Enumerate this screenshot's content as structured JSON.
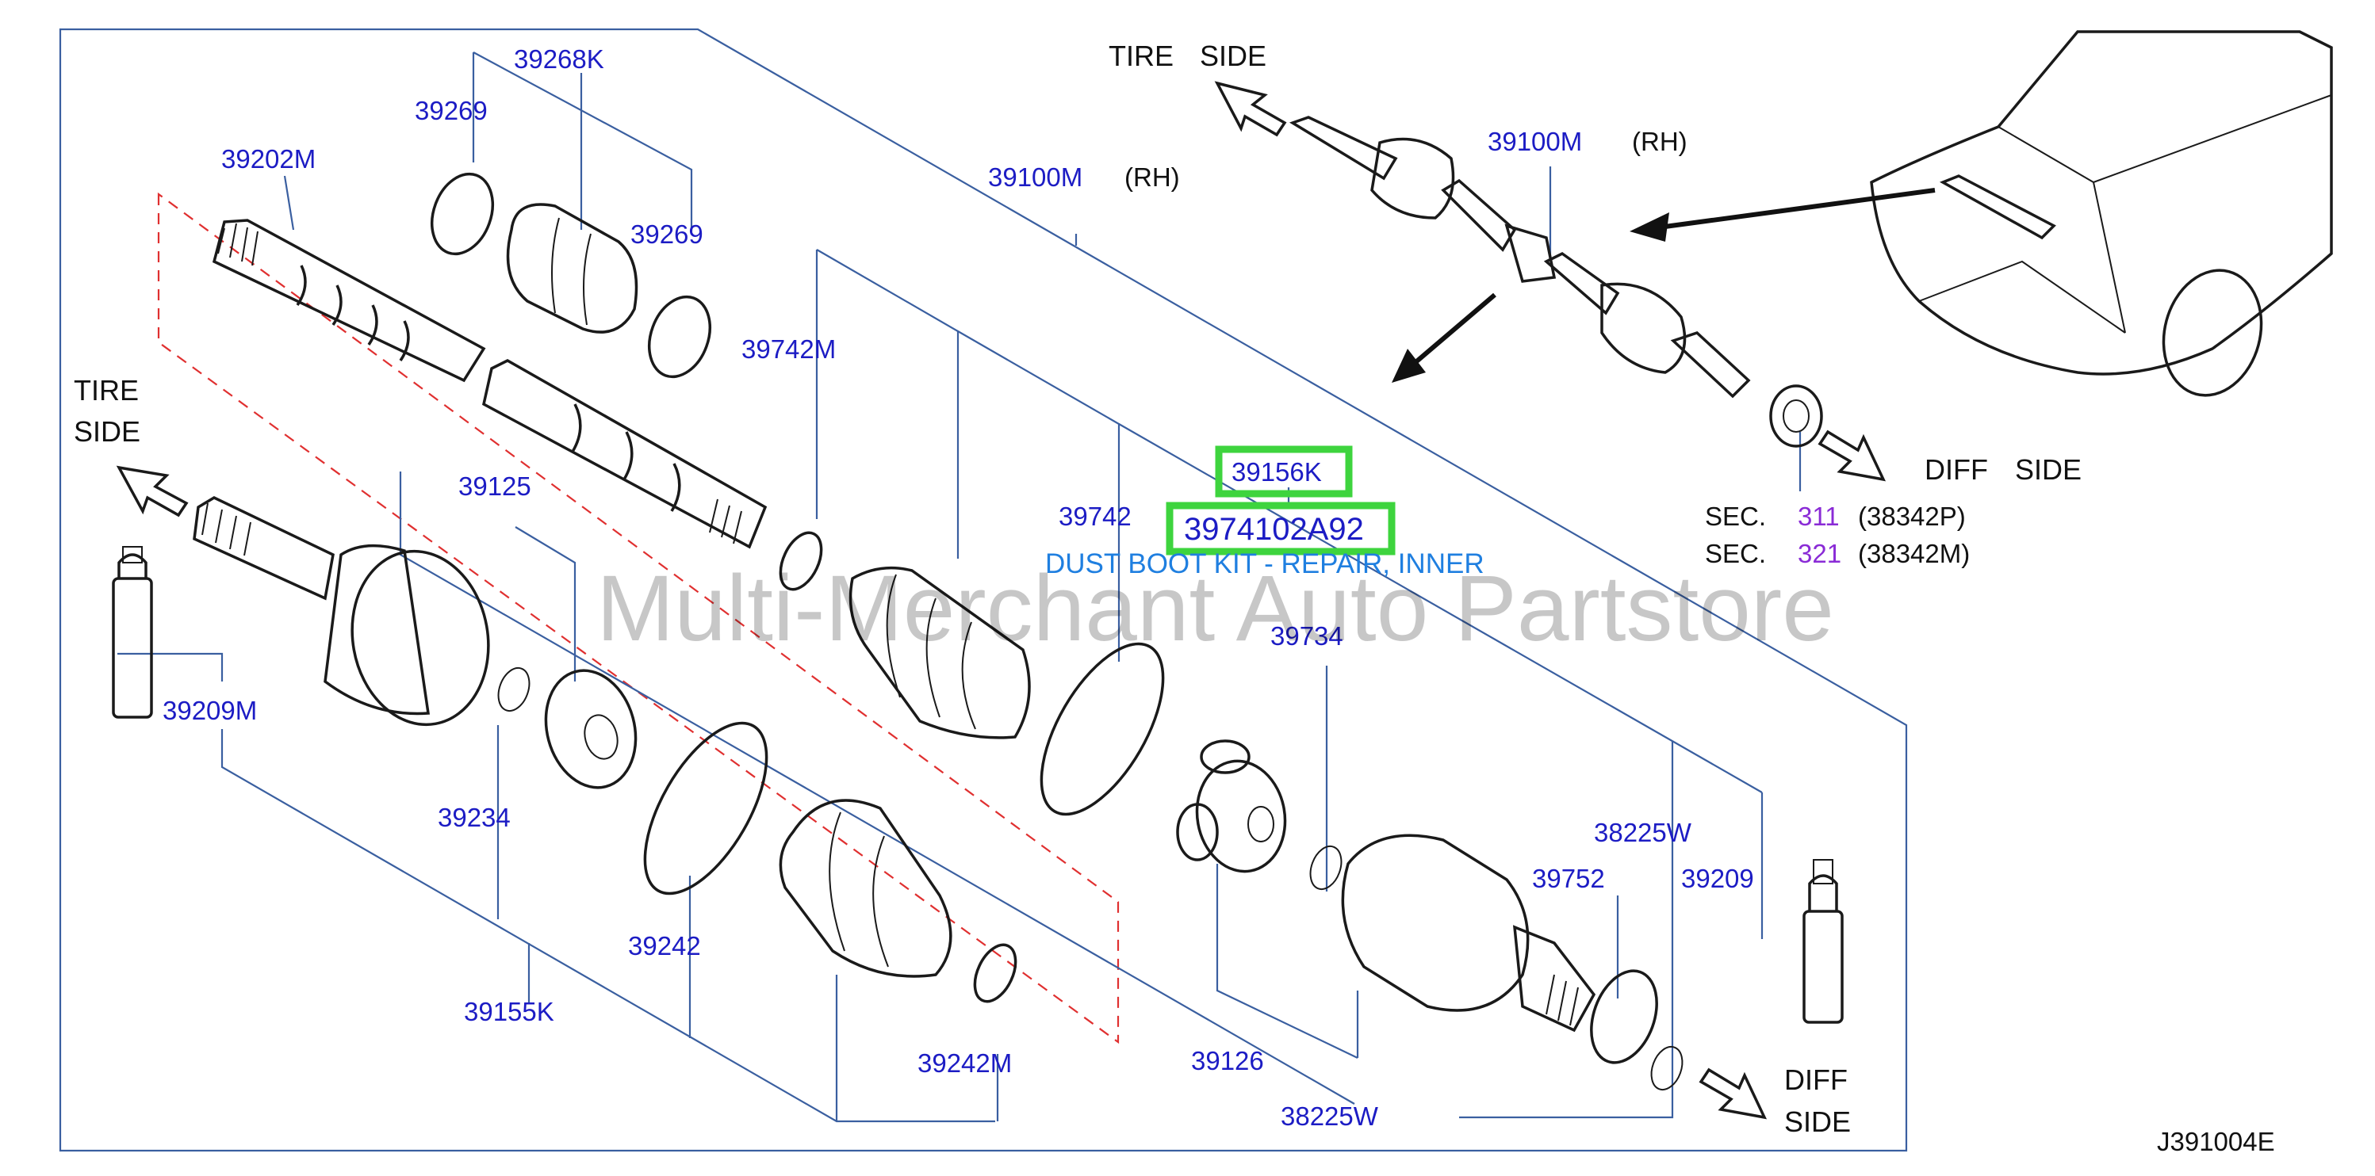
{
  "diagram": {
    "part_labels": {
      "p39268K": "39268K",
      "p39269a": "39269",
      "p39269b": "39269",
      "p39202M": "39202M",
      "p39100M_main": "39100M",
      "rh_main": "(RH)",
      "p39742M": "39742M",
      "p39125": "39125",
      "p39742": "39742",
      "p39734": "39734",
      "p39209M": "39209M",
      "p39234": "39234",
      "p39242": "39242",
      "p39155K": "39155K",
      "p39242M": "39242M",
      "p39126": "39126",
      "p38225W_a": "38225W",
      "p38225W_b": "38225W",
      "p39752": "39752",
      "p39209": "39209",
      "p39100M_inset": "39100M",
      "rh_inset": "(RH)"
    },
    "highlighted": {
      "part_39156K": "39156K",
      "part_3974102A92": "3974102A92",
      "description": "DUST BOOT KIT - REPAIR, INNER"
    },
    "directions": {
      "tire_side_left_line1": "TIRE",
      "tire_side_left_line2": "SIDE",
      "tire_side_top_word1": "TIRE",
      "tire_side_top_word2": "SIDE",
      "diff_side_right_word1": "DIFF",
      "diff_side_right_word2": "SIDE",
      "diff_side_bottom_line1": "DIFF",
      "diff_side_bottom_line2": "SIDE"
    },
    "section_refs": [
      {
        "prefix": "SEC.",
        "number": "311",
        "code": "(38342P)"
      },
      {
        "prefix": "SEC.",
        "number": "321",
        "code": "(38342M)"
      }
    ],
    "watermark": "Multi-Merchant Auto Partstore",
    "diagram_ref": "J391004E",
    "colors": {
      "label_blue": "#1c1cc4",
      "description_blue": "#1f7fe0",
      "section_purple": "#8a2bd6",
      "highlight_green": "#3ed43e",
      "dashed_red": "#e03030",
      "leader_blue": "#3a5fa0"
    }
  }
}
